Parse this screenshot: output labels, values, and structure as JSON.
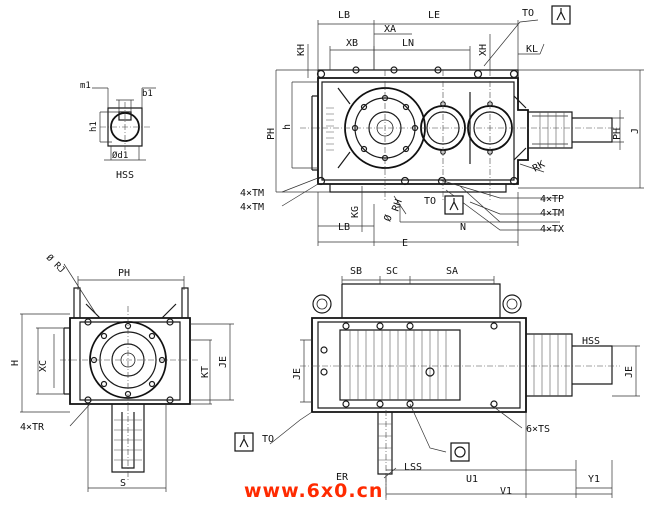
{
  "labels": {
    "top_lb": "LB",
    "top_le": "LE",
    "top_xb": "XB",
    "top_xa": "XA",
    "top_ln": "LN",
    "top_kh": "KH",
    "top_xh": "XH",
    "top_kl": "KL",
    "top_to": "TO",
    "top_ph": "PH",
    "top_h": "h",
    "top_j": "J",
    "top_rk": "RK",
    "top_4tm_a": "4×TM",
    "top_4tm_b": "4×TM",
    "top_kg": "KG",
    "top_rh": "RH",
    "top_lb2": "LB",
    "top_n": "N",
    "top_e": "E",
    "top_to2": "TO",
    "top_4tp": "4×TP",
    "top_4tm_c": "4×TM",
    "top_4tx": "4×TX",
    "top_phi_mark": "Ø",
    "hss_m1": "m1",
    "hss_b1": "b1",
    "hss_h1": "h1",
    "hss_d1": "Ød1",
    "hss_title": "HSS",
    "left_rj": "Ø RJ",
    "left_ph": "PH",
    "left_h": "H",
    "left_xc": "XC",
    "left_kt": "KT",
    "left_je": "JE",
    "left_4tr": "4×TR",
    "left_s": "S",
    "right_sb": "SB",
    "right_sc": "SC",
    "right_sa": "SA",
    "right_je_l": "JE",
    "right_hss": "HSS",
    "right_je_r": "JE",
    "right_to": "TO",
    "right_6ts": "6×TS",
    "right_lss": "LSS",
    "right_u1": "U1",
    "right_y1": "Y1",
    "right_v1": "V1",
    "right_er": "ER"
  },
  "watermark": "www.6x0.cn",
  "colors": {
    "line": "#1a1a1a",
    "watermark": "#ff2a00",
    "background": "#ffffff"
  }
}
